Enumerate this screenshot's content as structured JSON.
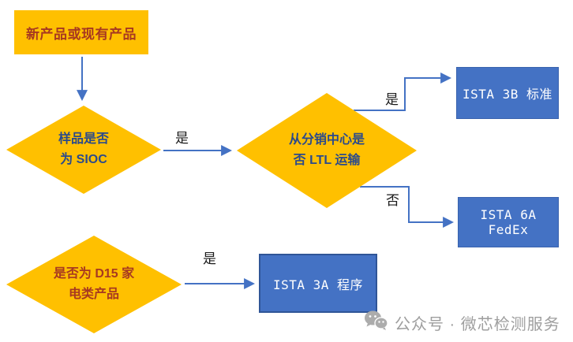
{
  "colors": {
    "node_yellow": "#FFC000",
    "node_blue": "#4472C4",
    "node_blue_border": "#2F5597",
    "arrow_blue": "#4472C4",
    "text_dark_red": "#A73921",
    "text_navy": "#2B4A8B",
    "edge_label_black": "#1A1A1A",
    "watermark_gray": "#9E9E9E"
  },
  "nodes": {
    "start": {
      "label": "新产品或现有产品"
    },
    "diamond_sioc": {
      "line1": "样品是否",
      "line2": "为 SIOC"
    },
    "diamond_ltl": {
      "line1": "从分销中心是",
      "line2": "否 LTL 运输"
    },
    "diamond_d15": {
      "line1": "是否为 D15 家",
      "line2": "电类产品"
    },
    "ista_3b": {
      "label": "ISTA 3B 标准"
    },
    "ista_6a": {
      "label": "ISTA 6A FedEx"
    },
    "ista_3a": {
      "label": "ISTA 3A 程序"
    }
  },
  "edge_labels": {
    "sioc_yes": "是",
    "ltl_yes": "是",
    "ltl_no": "否",
    "d15_yes": "是"
  },
  "watermark": {
    "icon": "wechat-icon",
    "text": "公众号 · 微芯检测服务"
  }
}
